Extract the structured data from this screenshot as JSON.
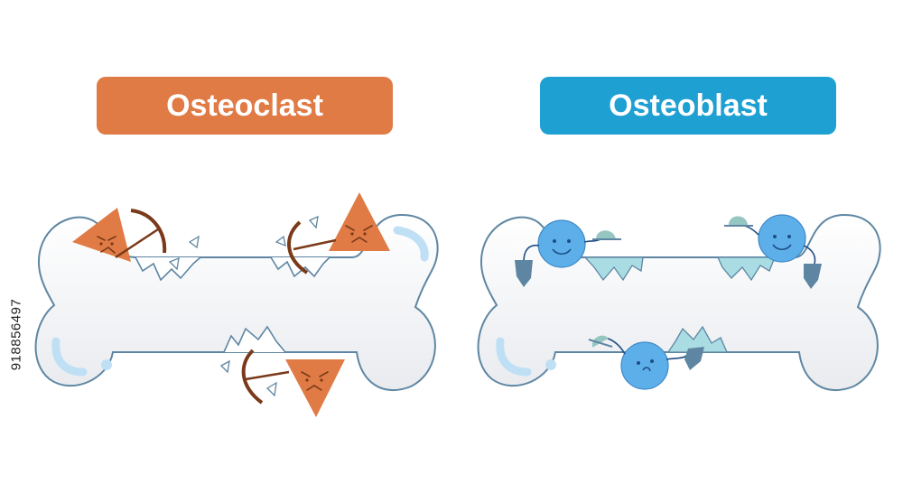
{
  "panels": {
    "left": {
      "title": "Osteoclast",
      "color": "#E07B45"
    },
    "right": {
      "title": "Osteoblast",
      "color": "#1EA0D2"
    }
  },
  "watermark_id": "918856497",
  "colors": {
    "bone_fill": "#F3F4F6",
    "bone_outline": "#5E86A2",
    "marrow_highlight": "#BFE0F4",
    "osteoclast_body": "#E07B45",
    "pickaxe": "#7A3A1A",
    "osteoblast_body": "#5DAFEA",
    "new_bone_patch": "#A9DDE3",
    "bucket": "#5E86A2",
    "cap": "#96C6C2"
  }
}
